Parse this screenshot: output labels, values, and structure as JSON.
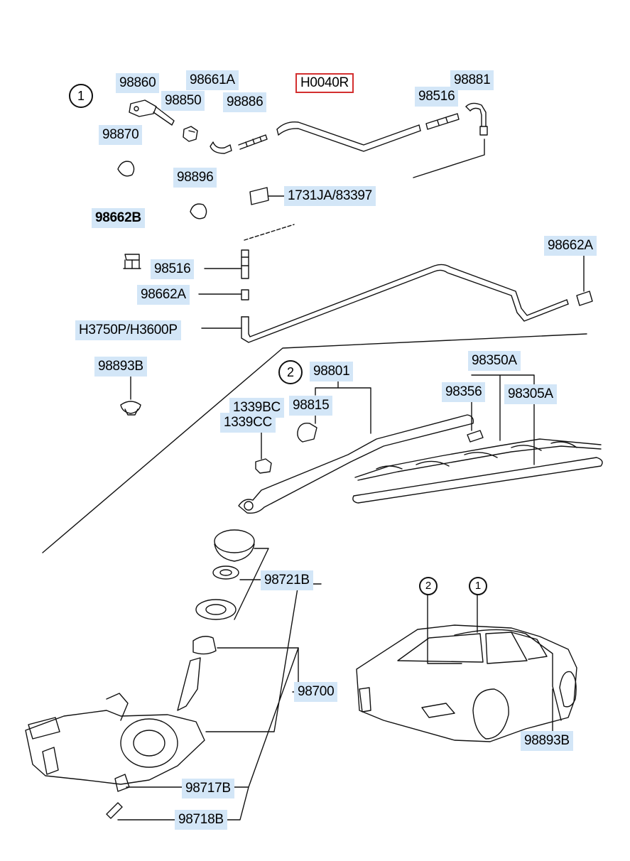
{
  "callouts": {
    "one": "1",
    "two": "2",
    "car_one": "1",
    "car_two": "2"
  },
  "parts": {
    "p98860": "98860",
    "p98850": "98850",
    "p98661A": "98661A",
    "p98886": "98886",
    "pH0040R": "H0040R",
    "p98516_top": "98516",
    "p98881": "98881",
    "p98870": "98870",
    "p98896": "98896",
    "p1731JA": "1731JA/83397",
    "p98662B": "98662B",
    "p98516_mid": "98516",
    "p98662A_mid": "98662A",
    "pH3750P": "H3750P/H3600P",
    "p98662A_right": "98662A",
    "p98893B_left": "98893B",
    "p98801": "98801",
    "p98815": "98815",
    "p1339BC": "1339BC",
    "p1339CC": "1339CC",
    "p98350A": "98350A",
    "p98356": "98356",
    "p98305A": "98305A",
    "p98721B": "98721B",
    "p98700": "98700",
    "p98717B": "98717B",
    "p98718B": "98718B",
    "p98893B_car": "98893B"
  },
  "highlight_color": "#d32f2f",
  "label_bg": "#d3e6f7"
}
